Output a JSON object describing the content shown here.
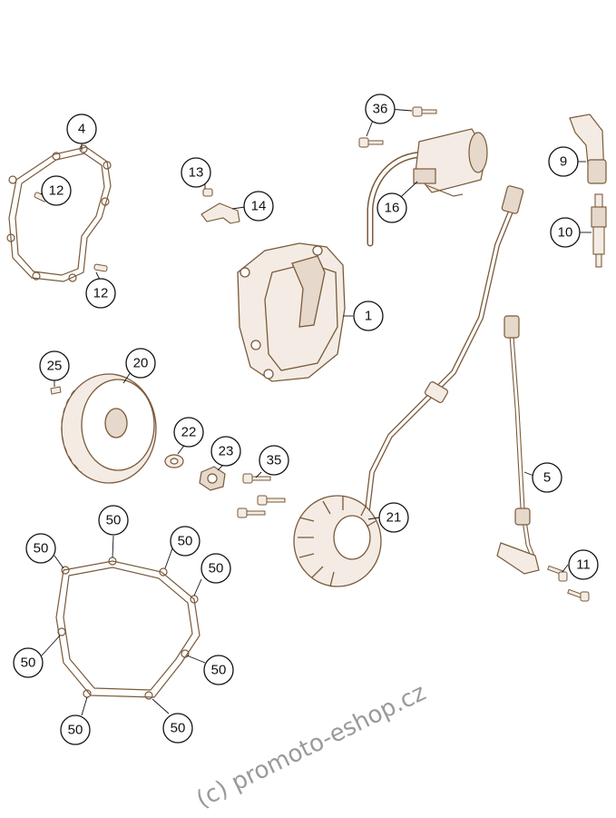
{
  "watermark": "(c) promoto-eshop.cz",
  "colors": {
    "part_stroke": "#7a5a3a",
    "part_fill": "#f4ece4",
    "callout_stroke": "#111111",
    "watermark": "#9a9a9a"
  },
  "callouts": {
    "c1": "1",
    "c4": "4",
    "c5": "5",
    "c9": "9",
    "c10": "10",
    "c11": "11",
    "c12a": "12",
    "c12b": "12",
    "c13": "13",
    "c14": "14",
    "c16": "16",
    "c20": "20",
    "c21": "21",
    "c22": "22",
    "c23": "23",
    "c25": "25",
    "c35": "35",
    "c36": "36",
    "c50a": "50",
    "c50b": "50",
    "c50c": "50",
    "c50d": "50",
    "c50e": "50",
    "c50f": "50",
    "c50g": "50",
    "c50h": "50"
  },
  "icons": {
    "gasket": "gasket-icon",
    "cover": "ignition-cover-icon",
    "flywheel": "flywheel-icon",
    "stator": "stator-icon",
    "coil": "ignition-coil-icon",
    "spark_plug": "spark-plug-icon",
    "plug_cap": "spark-plug-cap-icon",
    "sensor": "pickup-sensor-icon",
    "bolt": "bolt-icon"
  }
}
